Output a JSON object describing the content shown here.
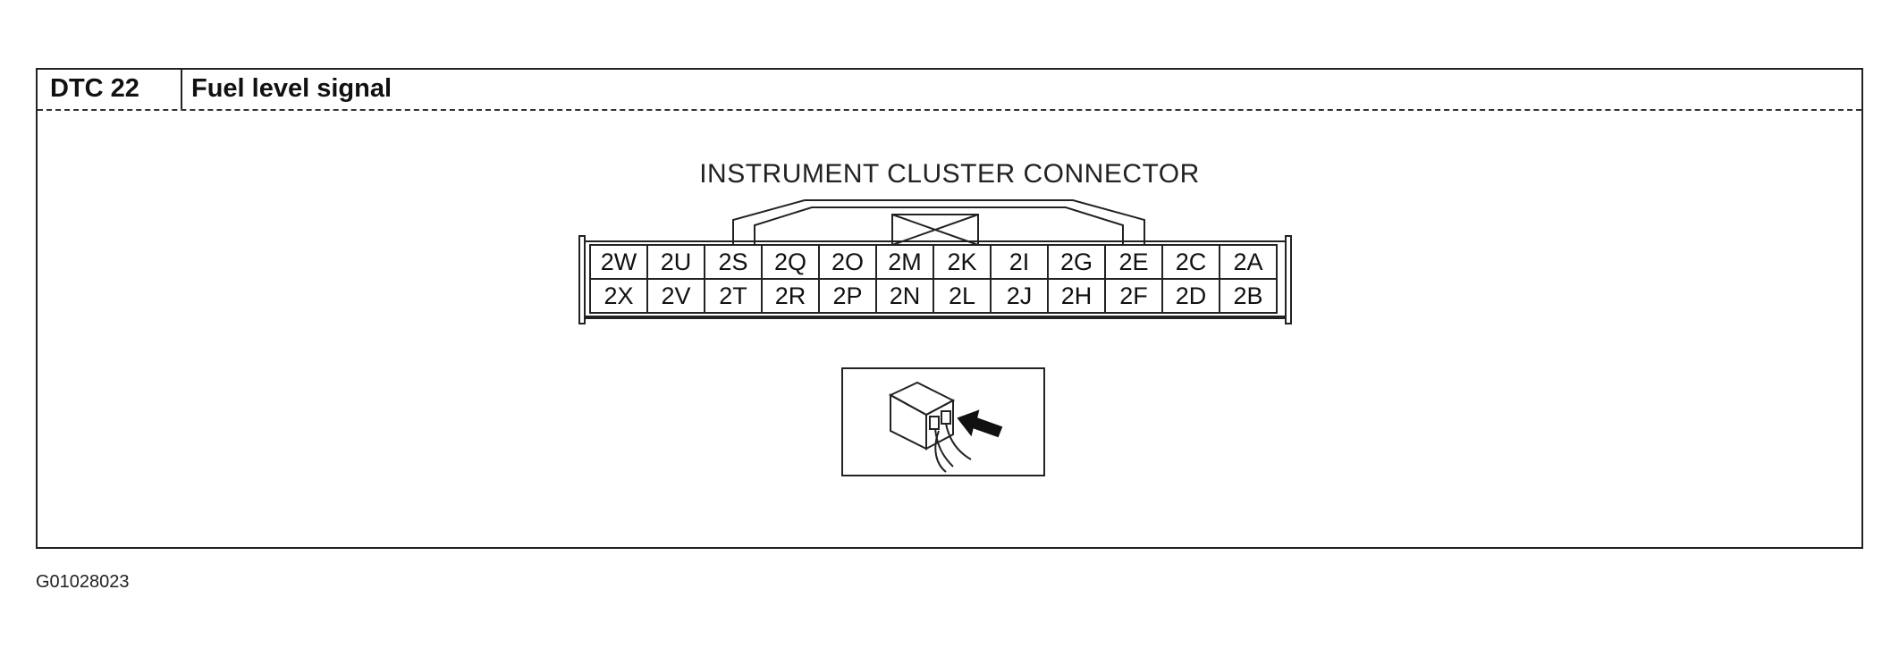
{
  "header": {
    "code": "DTC 22",
    "title": "Fuel level signal"
  },
  "diagram": {
    "connector_title": "INSTRUMENT CLUSTER CONNECTOR",
    "pins_top": [
      "2W",
      "2U",
      "2S",
      "2Q",
      "2O",
      "2M",
      "2K",
      "2I",
      "2G",
      "2E",
      "2C",
      "2A"
    ],
    "pins_bottom": [
      "2X",
      "2V",
      "2T",
      "2R",
      "2P",
      "2N",
      "2L",
      "2J",
      "2H",
      "2F",
      "2D",
      "2B"
    ]
  },
  "figure_id": "G01028023"
}
